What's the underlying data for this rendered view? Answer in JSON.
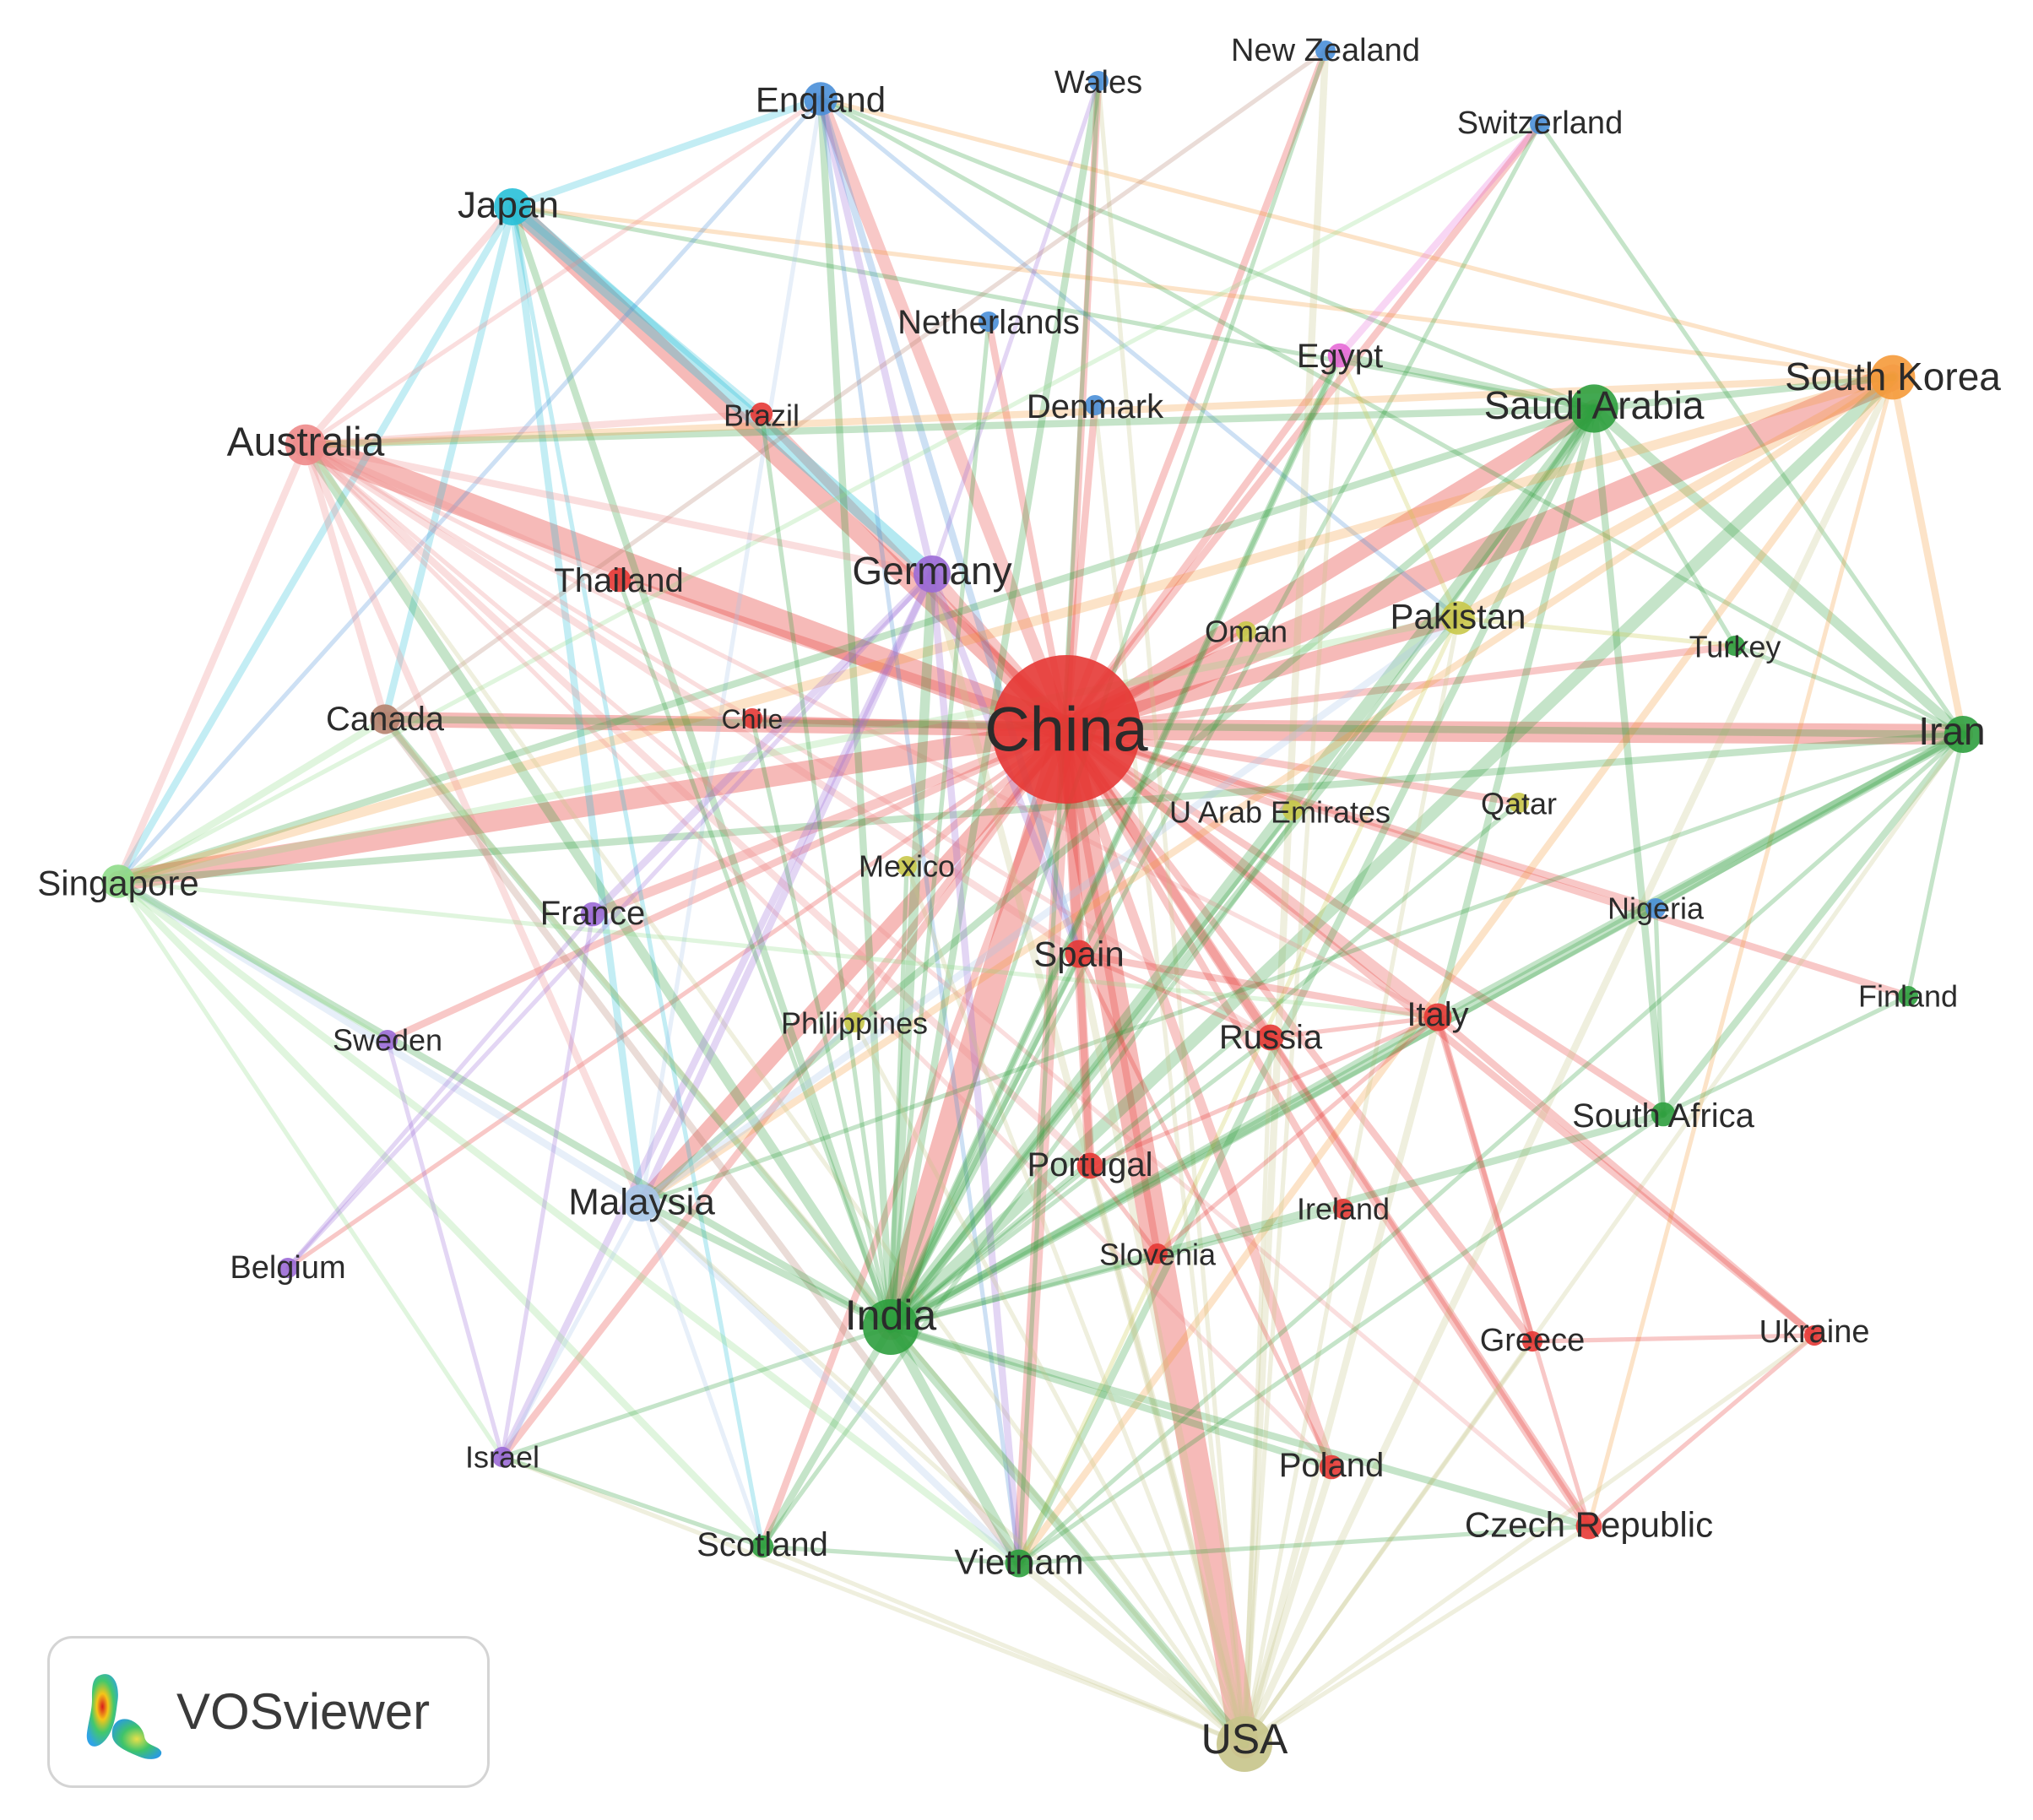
{
  "logo": {
    "text": "VOSviewer"
  },
  "clusters": {
    "red": "#e53935",
    "green": "#2e9e3e",
    "blue": "#4a8fd8",
    "yellow": "#c9c84a",
    "purple": "#9b6ad6",
    "cyan": "#28c0d8",
    "orange": "#f59a3a",
    "pink": "#e66ad6",
    "salmon": "#ee8a8a",
    "lightgreen": "#8fdc8a",
    "brown": "#b5826e",
    "lightblue": "#a9c6e8",
    "khaki": "#c7c48a"
  },
  "nodes": [
    {
      "id": "China",
      "label": "China",
      "cluster": "red",
      "weight": 100
    },
    {
      "id": "USA",
      "label": "USA",
      "cluster": "khaki",
      "weight": 30
    },
    {
      "id": "India",
      "label": "India",
      "cluster": "green",
      "weight": 30
    },
    {
      "id": "Iran",
      "label": "Iran",
      "cluster": "green",
      "weight": 20
    },
    {
      "id": "SaudiArabia",
      "label": "Saudi Arabia",
      "cluster": "green",
      "weight": 26
    },
    {
      "id": "SouthKorea",
      "label": "South Korea",
      "cluster": "orange",
      "weight": 24
    },
    {
      "id": "Australia",
      "label": "Australia",
      "cluster": "salmon",
      "weight": 22
    },
    {
      "id": "Japan",
      "label": "Japan",
      "cluster": "cyan",
      "weight": 20
    },
    {
      "id": "England",
      "label": "England",
      "cluster": "blue",
      "weight": 18
    },
    {
      "id": "Germany",
      "label": "Germany",
      "cluster": "purple",
      "weight": 20
    },
    {
      "id": "Singapore",
      "label": "Singapore",
      "cluster": "lightgreen",
      "weight": 18
    },
    {
      "id": "Malaysia",
      "label": "Malaysia",
      "cluster": "lightblue",
      "weight": 20
    },
    {
      "id": "Canada",
      "label": "Canada",
      "cluster": "brown",
      "weight": 16
    },
    {
      "id": "Pakistan",
      "label": "Pakistan",
      "cluster": "yellow",
      "weight": 18
    },
    {
      "id": "Spain",
      "label": "Spain",
      "cluster": "red",
      "weight": 15
    },
    {
      "id": "Italy",
      "label": "Italy",
      "cluster": "red",
      "weight": 15
    },
    {
      "id": "Russia",
      "label": "Russia",
      "cluster": "red",
      "weight": 14
    },
    {
      "id": "Portugal",
      "label": "Portugal",
      "cluster": "red",
      "weight": 14
    },
    {
      "id": "Vietnam",
      "label": "Vietnam",
      "cluster": "green",
      "weight": 15
    },
    {
      "id": "SouthAfrica",
      "label": "South Africa",
      "cluster": "green",
      "weight": 13
    },
    {
      "id": "Scotland",
      "label": "Scotland",
      "cluster": "green",
      "weight": 12
    },
    {
      "id": "Poland",
      "label": "Poland",
      "cluster": "red",
      "weight": 13
    },
    {
      "id": "CzechRepublic",
      "label": "Czech Republic",
      "cluster": "red",
      "weight": 14
    },
    {
      "id": "Ukraine",
      "label": "Ukraine",
      "cluster": "red",
      "weight": 11
    },
    {
      "id": "Greece",
      "label": "Greece",
      "cluster": "red",
      "weight": 11
    },
    {
      "id": "Thailand",
      "label": "Thailand",
      "cluster": "red",
      "weight": 13
    },
    {
      "id": "Brazil",
      "label": "Brazil",
      "cluster": "red",
      "weight": 12
    },
    {
      "id": "Egypt",
      "label": "Egypt",
      "cluster": "pink",
      "weight": 13
    },
    {
      "id": "France",
      "label": "France",
      "cluster": "purple",
      "weight": 13
    },
    {
      "id": "Israel",
      "label": "Israel",
      "cluster": "purple",
      "weight": 11
    },
    {
      "id": "Sweden",
      "label": "Sweden",
      "cluster": "purple",
      "weight": 10
    },
    {
      "id": "Belgium",
      "label": "Belgium",
      "cluster": "purple",
      "weight": 10
    },
    {
      "id": "Netherlands",
      "label": "Netherlands",
      "cluster": "blue",
      "weight": 10
    },
    {
      "id": "Denmark",
      "label": "Denmark",
      "cluster": "blue",
      "weight": 10
    },
    {
      "id": "Wales",
      "label": "Wales",
      "cluster": "blue",
      "weight": 10
    },
    {
      "id": "NewZealand",
      "label": "New Zealand",
      "cluster": "blue",
      "weight": 9
    },
    {
      "id": "Switzerland",
      "label": "Switzerland",
      "cluster": "blue",
      "weight": 9
    },
    {
      "id": "Nigeria",
      "label": "Nigeria",
      "cluster": "blue",
      "weight": 9
    },
    {
      "id": "Turkey",
      "label": "Turkey",
      "cluster": "green",
      "weight": 9
    },
    {
      "id": "Finland",
      "label": "Finland",
      "cluster": "green",
      "weight": 9
    },
    {
      "id": "Oman",
      "label": "Oman",
      "cluster": "yellow",
      "weight": 8
    },
    {
      "id": "Qatar",
      "label": "Qatar",
      "cluster": "yellow",
      "weight": 9
    },
    {
      "id": "UAE",
      "label": "U Arab Emirates",
      "cluster": "yellow",
      "weight": 9
    },
    {
      "id": "Mexico",
      "label": "Mexico",
      "cluster": "yellow",
      "weight": 9
    },
    {
      "id": "Philippines",
      "label": "Philippines",
      "cluster": "yellow",
      "weight": 9
    },
    {
      "id": "Chile",
      "label": "Chile",
      "cluster": "red",
      "weight": 9
    },
    {
      "id": "Ireland",
      "label": "Ireland",
      "cluster": "red",
      "weight": 9
    },
    {
      "id": "Slovenia",
      "label": "Slovenia",
      "cluster": "red",
      "weight": 9
    }
  ],
  "links": [
    [
      "China",
      "USA",
      10
    ],
    [
      "China",
      "India",
      9
    ],
    [
      "China",
      "Australia",
      9
    ],
    [
      "China",
      "SouthKorea",
      9
    ],
    [
      "China",
      "Japan",
      6
    ],
    [
      "China",
      "Iran",
      7
    ],
    [
      "China",
      "SaudiArabia",
      6
    ],
    [
      "China",
      "Singapore",
      7
    ],
    [
      "China",
      "Canada",
      5
    ],
    [
      "China",
      "England",
      4
    ],
    [
      "China",
      "Germany",
      4
    ],
    [
      "China",
      "Pakistan",
      5
    ],
    [
      "China",
      "Malaysia",
      5
    ],
    [
      "China",
      "Spain",
      4
    ],
    [
      "China",
      "Italy",
      4
    ],
    [
      "China",
      "Russia",
      3
    ],
    [
      "China",
      "Portugal",
      3
    ],
    [
      "China",
      "Vietnam",
      4
    ],
    [
      "China",
      "CzechRepublic",
      3
    ],
    [
      "China",
      "Thailand",
      3
    ],
    [
      "China",
      "Brazil",
      3
    ],
    [
      "China",
      "Egypt",
      2
    ],
    [
      "China",
      "France",
      3
    ],
    [
      "China",
      "Poland",
      3
    ],
    [
      "China",
      "Greece",
      2
    ],
    [
      "China",
      "Ukraine",
      2
    ],
    [
      "China",
      "SouthAfrica",
      2
    ],
    [
      "China",
      "Scotland",
      2
    ],
    [
      "China",
      "Israel",
      2
    ],
    [
      "China",
      "Netherlands",
      2
    ],
    [
      "China",
      "Denmark",
      2
    ],
    [
      "China",
      "Wales",
      2
    ],
    [
      "China",
      "NewZealand",
      2
    ],
    [
      "China",
      "Switzerland",
      2
    ],
    [
      "China",
      "Nigeria",
      2
    ],
    [
      "China",
      "Turkey",
      2
    ],
    [
      "China",
      "Oman",
      2
    ],
    [
      "China",
      "Qatar",
      2
    ],
    [
      "China",
      "UAE",
      2
    ],
    [
      "China",
      "Mexico",
      2
    ],
    [
      "China",
      "Philippines",
      2
    ],
    [
      "China",
      "Chile",
      2
    ],
    [
      "China",
      "Ireland",
      2
    ],
    [
      "China",
      "Slovenia",
      2
    ],
    [
      "China",
      "Finland",
      2
    ],
    [
      "China",
      "Sweden",
      2
    ],
    [
      "China",
      "Belgium",
      1
    ],
    [
      "Japan",
      "Germany",
      5
    ],
    [
      "Japan",
      "Australia",
      2
    ],
    [
      "Japan",
      "Singapore",
      2
    ],
    [
      "Japan",
      "India",
      2
    ],
    [
      "Japan",
      "Canada",
      2
    ],
    [
      "Japan",
      "England",
      2
    ],
    [
      "Japan",
      "SaudiArabia",
      1
    ],
    [
      "Japan",
      "Brazil",
      2
    ],
    [
      "Japan",
      "Malaysia",
      2
    ],
    [
      "Japan",
      "Scotland",
      1
    ],
    [
      "Japan",
      "SouthKorea",
      1
    ],
    [
      "England",
      "India",
      2
    ],
    [
      "England",
      "Germany",
      2
    ],
    [
      "England",
      "Spain",
      2
    ],
    [
      "England",
      "Australia",
      1
    ],
    [
      "England",
      "SaudiArabia",
      1
    ],
    [
      "England",
      "Malaysia",
      1
    ],
    [
      "England",
      "Iran",
      1
    ],
    [
      "England",
      "Pakistan",
      1
    ],
    [
      "England",
      "SouthKorea",
      1
    ],
    [
      "England",
      "Vietnam",
      1
    ],
    [
      "England",
      "Singapore",
      1
    ],
    [
      "Wales",
      "India",
      2
    ],
    [
      "Wales",
      "Germany",
      1
    ],
    [
      "Wales",
      "Vietnam",
      1
    ],
    [
      "Wales",
      "USA",
      1
    ],
    [
      "NewZealand",
      "USA",
      2
    ],
    [
      "NewZealand",
      "India",
      1
    ],
    [
      "NewZealand",
      "Canada",
      1
    ],
    [
      "Switzerland",
      "Egypt",
      2
    ],
    [
      "Switzerland",
      "India",
      1
    ],
    [
      "Switzerland",
      "Iran",
      1
    ],
    [
      "Switzerland",
      "Singapore",
      1
    ],
    [
      "SaudiArabia",
      "India",
      4
    ],
    [
      "SaudiArabia",
      "Pakistan",
      3
    ],
    [
      "SaudiArabia",
      "Iran",
      3
    ],
    [
      "SaudiArabia",
      "SouthAfrica",
      2
    ],
    [
      "SaudiArabia",
      "Egypt",
      2
    ],
    [
      "SaudiArabia",
      "Malaysia",
      2
    ],
    [
      "SaudiArabia",
      "Vietnam",
      2
    ],
    [
      "SaudiArabia",
      "Australia",
      2
    ],
    [
      "SaudiArabia",
      "Italy",
      2
    ],
    [
      "SaudiArabia",
      "Scotland",
      1
    ],
    [
      "SaudiArabia",
      "Turkey",
      1
    ],
    [
      "SaudiArabia",
      "Singapore",
      2
    ],
    [
      "SouthKorea",
      "India",
      4
    ],
    [
      "SouthKorea",
      "Pakistan",
      3
    ],
    [
      "SouthKorea",
      "Iran",
      2
    ],
    [
      "SouthKorea",
      "Singapore",
      3
    ],
    [
      "SouthKorea",
      "USA",
      2
    ],
    [
      "SouthKorea",
      "Vietnam",
      2
    ],
    [
      "SouthKorea",
      "Malaysia",
      2
    ],
    [
      "SouthKorea",
      "Australia",
      2
    ],
    [
      "SouthKorea",
      "CzechRepublic",
      1
    ],
    [
      "SouthKorea",
      "SaudiArabia",
      2
    ],
    [
      "Iran",
      "India",
      3
    ],
    [
      "Iran",
      "Canada",
      2
    ],
    [
      "Iran",
      "Singapore",
      2
    ],
    [
      "Iran",
      "Italy",
      2
    ],
    [
      "Iran",
      "SouthAfrica",
      2
    ],
    [
      "Iran",
      "Turkey",
      1
    ],
    [
      "Iran",
      "Finland",
      1
    ],
    [
      "Iran",
      "Malaysia",
      1
    ],
    [
      "Iran",
      "Vietnam",
      1
    ],
    [
      "Iran",
      "USA",
      1
    ],
    [
      "Australia",
      "India",
      3
    ],
    [
      "Australia",
      "Germany",
      2
    ],
    [
      "Australia",
      "Thailand",
      2
    ],
    [
      "Australia",
      "Canada",
      2
    ],
    [
      "Australia",
      "Singapore",
      2
    ],
    [
      "Australia",
      "Malaysia",
      2
    ],
    [
      "Australia",
      "Brazil",
      2
    ],
    [
      "Australia",
      "Portugal",
      2
    ],
    [
      "Australia",
      "Spain",
      2
    ],
    [
      "Australia",
      "Russia",
      1
    ],
    [
      "Australia",
      "Italy",
      1
    ],
    [
      "Australia",
      "Poland",
      1
    ],
    [
      "Australia",
      "CzechRepublic",
      1
    ],
    [
      "Australia",
      "USA",
      1
    ],
    [
      "Germany",
      "India",
      3
    ],
    [
      "Germany",
      "France",
      2
    ],
    [
      "Germany",
      "Malaysia",
      2
    ],
    [
      "Germany",
      "USA",
      2
    ],
    [
      "Germany",
      "Israel",
      2
    ],
    [
      "Germany",
      "Vietnam",
      2
    ],
    [
      "Germany",
      "Spain",
      2
    ],
    [
      "Canada",
      "India",
      2
    ],
    [
      "Canada",
      "Vietnam",
      2
    ],
    [
      "Canada",
      "Singapore",
      2
    ],
    [
      "Canada",
      "USA",
      1
    ],
    [
      "Singapore",
      "India",
      2
    ],
    [
      "Singapore",
      "Malaysia",
      2
    ],
    [
      "Singapore",
      "Vietnam",
      2
    ],
    [
      "Singapore",
      "Scotland",
      2
    ],
    [
      "Singapore",
      "Italy",
      1
    ],
    [
      "Singapore",
      "Pakistan",
      2
    ],
    [
      "Singapore",
      "Israel",
      1
    ],
    [
      "Malaysia",
      "India",
      2
    ],
    [
      "Malaysia",
      "Vietnam",
      2
    ],
    [
      "Malaysia",
      "Pakistan",
      2
    ],
    [
      "Malaysia",
      "Scotland",
      1
    ],
    [
      "Malaysia",
      "USA",
      1
    ],
    [
      "Pakistan",
      "India",
      2
    ],
    [
      "Pakistan",
      "Vietnam",
      1
    ],
    [
      "Pakistan",
      "USA",
      1
    ],
    [
      "Pakistan",
      "Turkey",
      1
    ],
    [
      "Spain",
      "Portugal",
      2
    ],
    [
      "Spain",
      "Italy",
      2
    ],
    [
      "Spain",
      "India",
      2
    ],
    [
      "Spain",
      "USA",
      2
    ],
    [
      "Spain",
      "Russia",
      1
    ],
    [
      "Spain",
      "Poland",
      1
    ],
    [
      "Italy",
      "Greece",
      2
    ],
    [
      "Italy",
      "Ukraine",
      2
    ],
    [
      "Italy",
      "India",
      2
    ],
    [
      "Italy",
      "USA",
      2
    ],
    [
      "Italy",
      "Russia",
      1
    ],
    [
      "Italy",
      "CzechRepublic",
      1
    ],
    [
      "Italy",
      "Portugal",
      1
    ],
    [
      "Russia",
      "CzechRepublic",
      1
    ],
    [
      "Russia",
      "India",
      1
    ],
    [
      "Russia",
      "USA",
      1
    ],
    [
      "Portugal",
      "Slovenia",
      1
    ],
    [
      "Portugal",
      "India",
      1
    ],
    [
      "Portugal",
      "USA",
      1
    ],
    [
      "CzechRepublic",
      "India",
      2
    ],
    [
      "CzechRepublic",
      "Ukraine",
      1
    ],
    [
      "CzechRepublic",
      "USA",
      1
    ],
    [
      "CzechRepublic",
      "Vietnam",
      1
    ],
    [
      "India",
      "Vietnam",
      3
    ],
    [
      "India",
      "USA",
      3
    ],
    [
      "India",
      "Scotland",
      2
    ],
    [
      "India",
      "SouthAfrica",
      2
    ],
    [
      "India",
      "Israel",
      1
    ],
    [
      "India",
      "Poland",
      2
    ],
    [
      "India",
      "Egypt",
      2
    ],
    [
      "India",
      "Nigeria",
      1
    ],
    [
      "Vietnam",
      "USA",
      2
    ],
    [
      "Vietnam",
      "Scotland",
      1
    ],
    [
      "Vietnam",
      "SouthAfrica",
      1
    ],
    [
      "USA",
      "Poland",
      2
    ],
    [
      "USA",
      "Greece",
      1
    ],
    [
      "USA",
      "Ukraine",
      1
    ],
    [
      "USA",
      "Scotland",
      1
    ],
    [
      "USA",
      "Israel",
      1
    ],
    [
      "USA",
      "Egypt",
      1
    ],
    [
      "USA",
      "Philippines",
      1
    ],
    [
      "USA",
      "Mexico",
      1
    ],
    [
      "Israel",
      "Sweden",
      1
    ],
    [
      "Israel",
      "France",
      1
    ],
    [
      "Israel",
      "Scotland",
      1
    ],
    [
      "Israel",
      "Malaysia",
      1
    ],
    [
      "Belgium",
      "France",
      1
    ],
    [
      "Belgium",
      "Germany",
      1
    ],
    [
      "Sweden",
      "Singapore",
      1
    ],
    [
      "Egypt",
      "Pakistan",
      1
    ],
    [
      "Egypt",
      "India",
      1
    ],
    [
      "Brazil",
      "India",
      1
    ],
    [
      "Thailand",
      "India",
      1
    ],
    [
      "SouthAfrica",
      "Nigeria",
      1
    ],
    [
      "SouthAfrica",
      "Finland",
      1
    ],
    [
      "Ukraine",
      "Greece",
      1
    ],
    [
      "Nigeria",
      "Iran",
      1
    ],
    [
      "Qatar",
      "India",
      1
    ],
    [
      "UAE",
      "India",
      1
    ],
    [
      "Oman",
      "India",
      1
    ],
    [
      "Netherlands",
      "India",
      1
    ],
    [
      "Denmark",
      "USA",
      1
    ],
    [
      "Chile",
      "India",
      1
    ],
    [
      "Mexico",
      "India",
      1
    ],
    [
      "Philippines",
      "Malaysia",
      1
    ],
    [
      "Ireland",
      "India",
      1
    ],
    [
      "Slovenia",
      "Italy",
      1
    ]
  ]
}
